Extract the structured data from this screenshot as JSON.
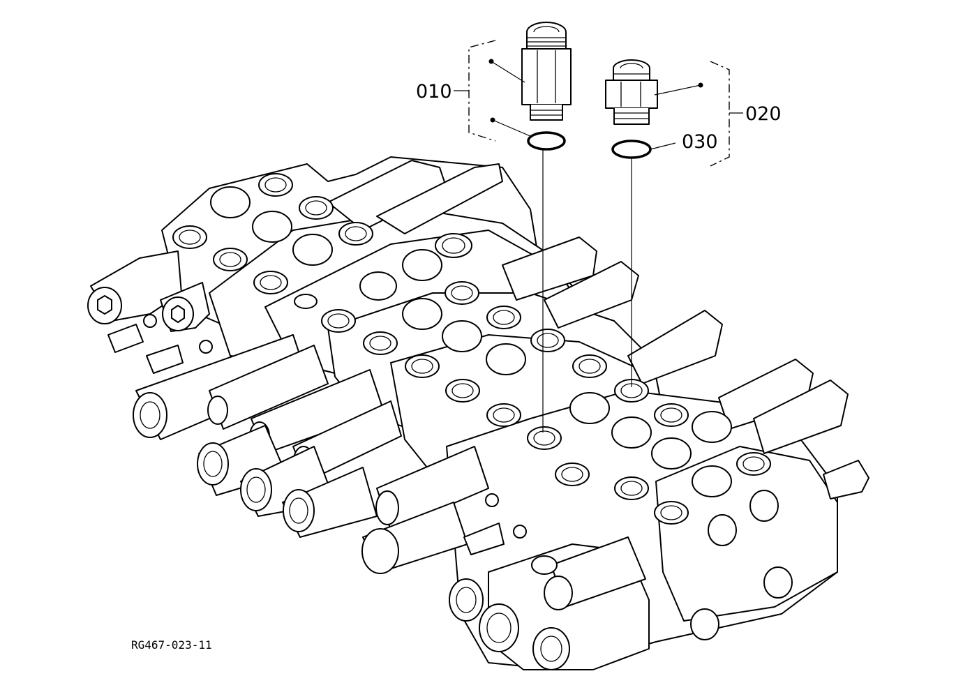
{
  "callouts": {
    "c010": "010",
    "c020": "020",
    "c030": "030"
  },
  "reference": "RG467-023-11"
}
